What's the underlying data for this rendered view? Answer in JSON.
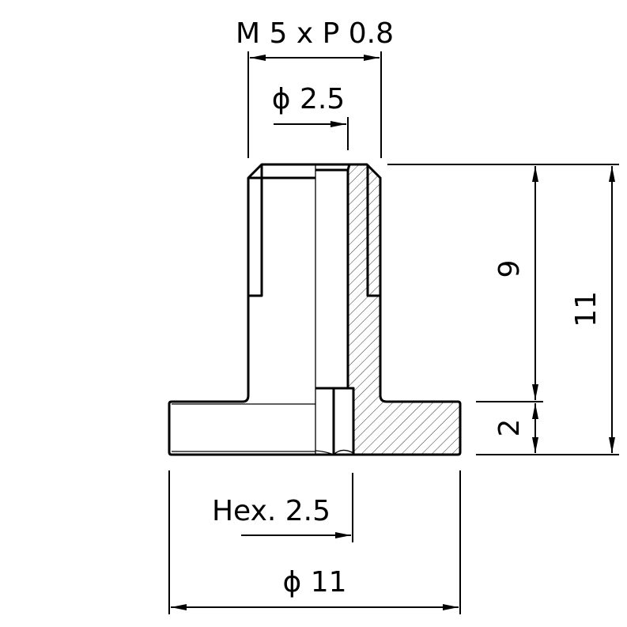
{
  "drawing": {
    "dimensions": {
      "thread": "M 5 x P 0.8",
      "bore_diameter": "ϕ 2.5",
      "shank_height": "9",
      "flange_height": "2",
      "total_height": "11",
      "hex_socket": "Hex. 2.5",
      "flange_diameter": "ϕ 11"
    },
    "colors": {
      "line": "#000000",
      "background": "#ffffff"
    }
  }
}
